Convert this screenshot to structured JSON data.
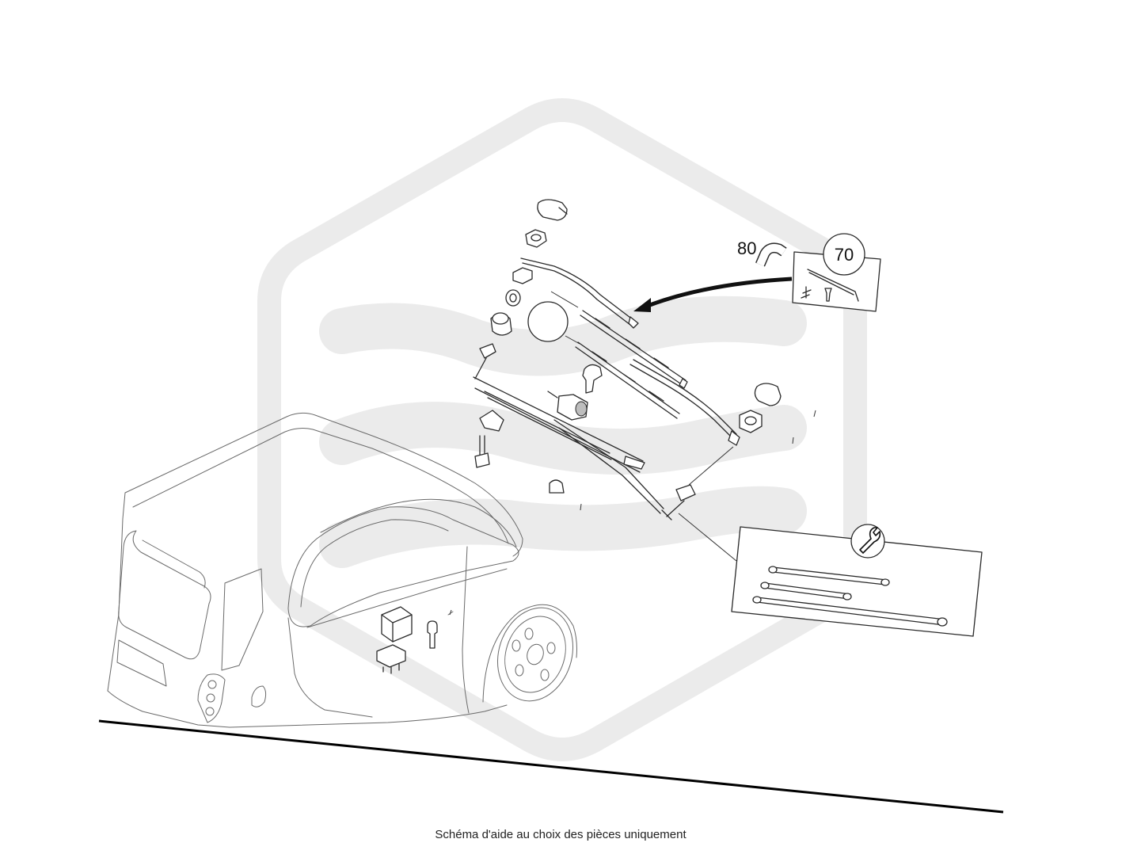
{
  "callouts": {
    "part_80": "80",
    "part_70": "70"
  },
  "caption": "Schéma d'aide au choix des pièces uniquement",
  "colors": {
    "watermark": "#ebebeb",
    "line": "#2a2a2a",
    "ground": "#000000"
  }
}
